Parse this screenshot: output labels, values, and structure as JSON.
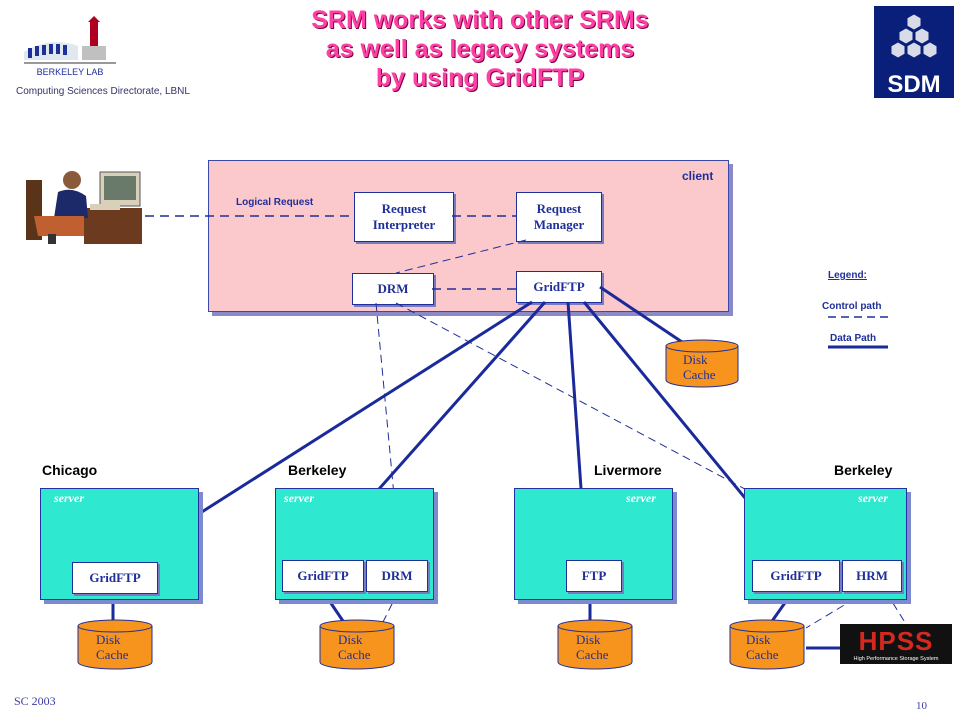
{
  "title_lines": [
    "SRM works with other SRMs",
    "as well as legacy systems",
    "by using GridFTP"
  ],
  "header_caption": "Computing Sciences Directorate, LBNL",
  "berkeley_lab_logo_text": "BERKELEY LAB",
  "sdm_logo_text": "SDM",
  "client": {
    "label": "client",
    "logical_request": "Logical Request",
    "request_interpreter": [
      "Request",
      "Interpreter"
    ],
    "request_manager": [
      "Request",
      "Manager"
    ],
    "drm": "DRM",
    "gridftp": "GridFTP",
    "disk": [
      "Disk",
      "Cache"
    ]
  },
  "legend": {
    "title": "Legend:",
    "control_path": "Control path",
    "data_path": "Data Path"
  },
  "sites": [
    {
      "city": "Chicago",
      "server": "server",
      "components": [
        "GridFTP"
      ],
      "disk": [
        "Disk",
        "Cache"
      ]
    },
    {
      "city": "Berkeley",
      "server": "server",
      "components": [
        "GridFTP",
        "DRM"
      ],
      "disk": [
        "Disk",
        "Cache"
      ]
    },
    {
      "city": "Livermore",
      "server": "server",
      "components": [
        "FTP"
      ],
      "disk": [
        "Disk",
        "Cache"
      ]
    },
    {
      "city": "Berkeley",
      "server": "server",
      "components": [
        "GridFTP",
        "HRM"
      ],
      "disk": [
        "Disk",
        "Cache"
      ]
    }
  ],
  "hpss": {
    "logo": "HPSS",
    "subtitle": "High Performance Storage System"
  },
  "footer_left": "SC 2003",
  "page_number": "10",
  "colors": {
    "title": "#ff3fa5",
    "client_bg": "#fbc8cc",
    "server_bg": "#2fe8d0",
    "disk": "#f7941d",
    "line": "#1f2f99"
  }
}
